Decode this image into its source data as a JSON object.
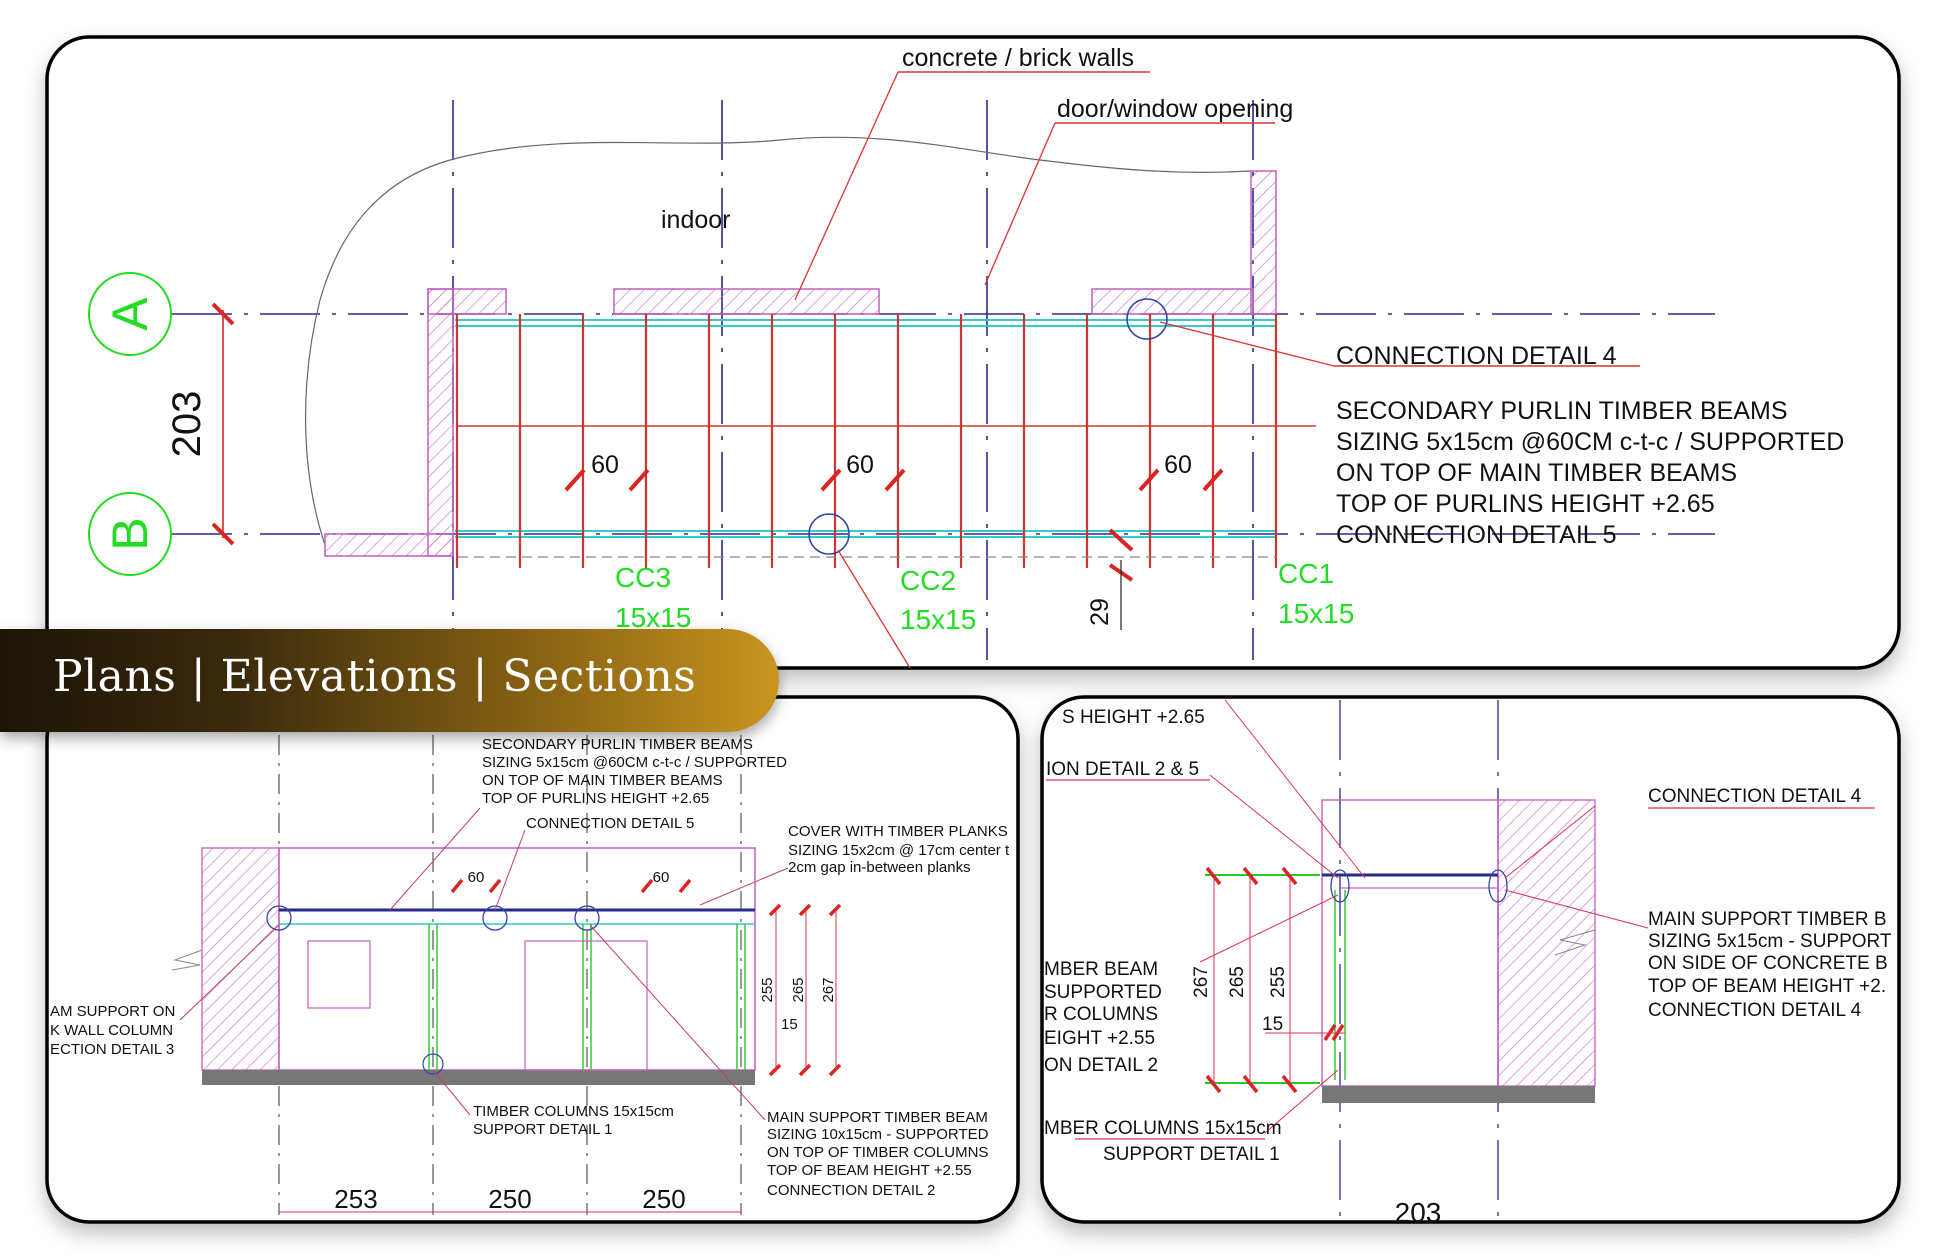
{
  "banner": {
    "title": "Plans | Elevations | Sections"
  },
  "plan": {
    "grid_a": "A",
    "grid_b": "B",
    "dim_ab": "203",
    "label_walls": "concrete / brick walls",
    "label_opening": "door/window opening",
    "label_indoor": "indoor",
    "spacing_1": "60",
    "spacing_2": "60",
    "spacing_3": "60",
    "dim_29": "29",
    "columns": [
      {
        "name": "CC3",
        "size": "15x15"
      },
      {
        "name": "CC2",
        "size": "15x15"
      },
      {
        "name": "CC1",
        "size": "15x15"
      }
    ],
    "conn4": "CONNECTION DETAIL 4",
    "note_lines": [
      "SECONDARY PURLIN TIMBER BEAMS",
      "SIZING 5x15cm @60CM c-t-c / SUPPORTED",
      "ON TOP OF MAIN TIMBER BEAMS",
      "TOP OF PURLINS HEIGHT +2.65",
      "CONNECTION DETAIL 5"
    ]
  },
  "elevation": {
    "purlin_lines": [
      "SECONDARY PURLIN TIMBER BEAMS",
      "SIZING 5x15cm @60CM c-t-c / SUPPORTED",
      "ON TOP OF MAIN TIMBER BEAMS",
      "TOP OF PURLINS HEIGHT +2.65"
    ],
    "conn5": "CONNECTION DETAIL 5",
    "planks_lines": [
      "COVER WITH TIMBER PLANKS",
      "SIZING 15x2cm @ 17cm center t",
      "2cm gap in-between planks"
    ],
    "spacing_1": "60",
    "spacing_2": "60",
    "wall_lines": [
      "AM SUPPORT ON",
      "K WALL COLUMN",
      "ECTION DETAIL 3"
    ],
    "columns_lines": [
      "TIMBER COLUMNS 15x15cm",
      "SUPPORT DETAIL 1"
    ],
    "beam_lines": [
      "MAIN SUPPORT TIMBER BEAM",
      "SIZING 10x15cm - SUPPORTED",
      "ON TOP OF TIMBER COLUMNS",
      "TOP OF BEAM HEIGHT +2.55",
      "CONNECTION DETAIL 2"
    ],
    "heights": [
      "255",
      "265",
      "267"
    ],
    "dim_15": "15",
    "bays": [
      "253",
      "250",
      "250"
    ]
  },
  "section": {
    "top_line": "S HEIGHT +2.65",
    "conn25": "ION DETAIL 2 & 5",
    "conn4": "CONNECTION DETAIL 4",
    "right_lines": [
      "MAIN SUPPORT TIMBER B",
      "SIZING 5x15cm - SUPPORT",
      "ON SIDE OF CONCRETE B",
      "TOP OF BEAM HEIGHT +2.",
      "CONNECTION DETAIL 4"
    ],
    "left_lines": [
      "MBER BEAM",
      "SUPPORTED",
      "R COLUMNS",
      "EIGHT +2.55",
      "ON DETAIL 2"
    ],
    "heights": [
      "267",
      "265",
      "255"
    ],
    "dim_15": "15",
    "columns_lines": [
      "MBER COLUMNS 15x15cm",
      "SUPPORT DETAIL 1"
    ],
    "width": "203"
  }
}
